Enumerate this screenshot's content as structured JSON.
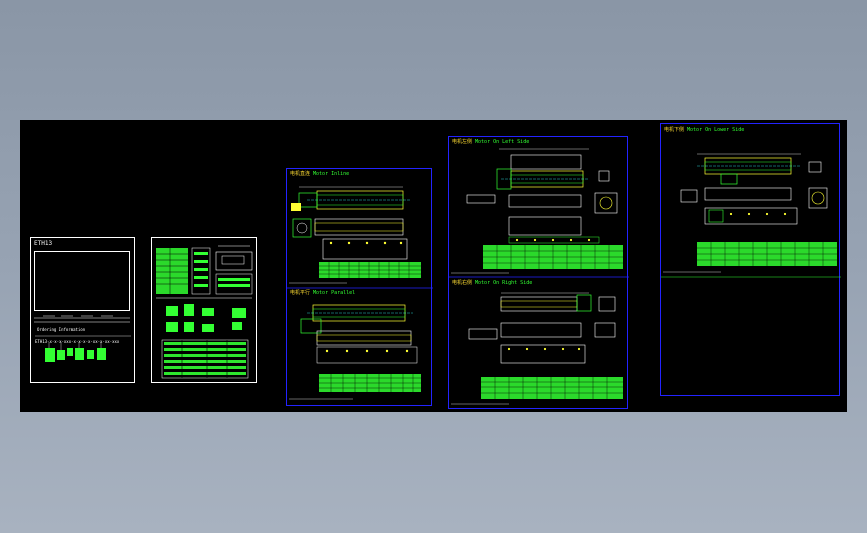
{
  "sheets": {
    "cover": {
      "brand": "ETH13",
      "ordering_label": "Ordering Information",
      "model_code": "ETH13-x-x-x-xxx-x-x-x-x-xx-x-xx-xxx"
    },
    "motor_inline": {
      "title_cn": "电机直连",
      "title_en": "Motor Inline"
    },
    "motor_parallel": {
      "title_cn": "电机平行",
      "title_en": "Motor Parallel"
    },
    "motor_left": {
      "title_cn": "电机左侧",
      "title_en": "Motor On Left Side"
    },
    "motor_right": {
      "title_cn": "电机右侧",
      "title_en": "Motor On Right Side"
    },
    "motor_lower": {
      "title_cn": "电机下侧",
      "title_en": "Motor On Lower Side"
    }
  },
  "colors": {
    "workspace_bg": "#000000",
    "outside_bg": "#97a3b3",
    "sheet_border_white": "#ffffff",
    "sheet_border_blue": "#2323ff",
    "geometry_green": "#33ff33",
    "geometry_yellow": "#ffff33",
    "center_cyan": "#33ffff",
    "dimension_white": "#ffffff"
  }
}
